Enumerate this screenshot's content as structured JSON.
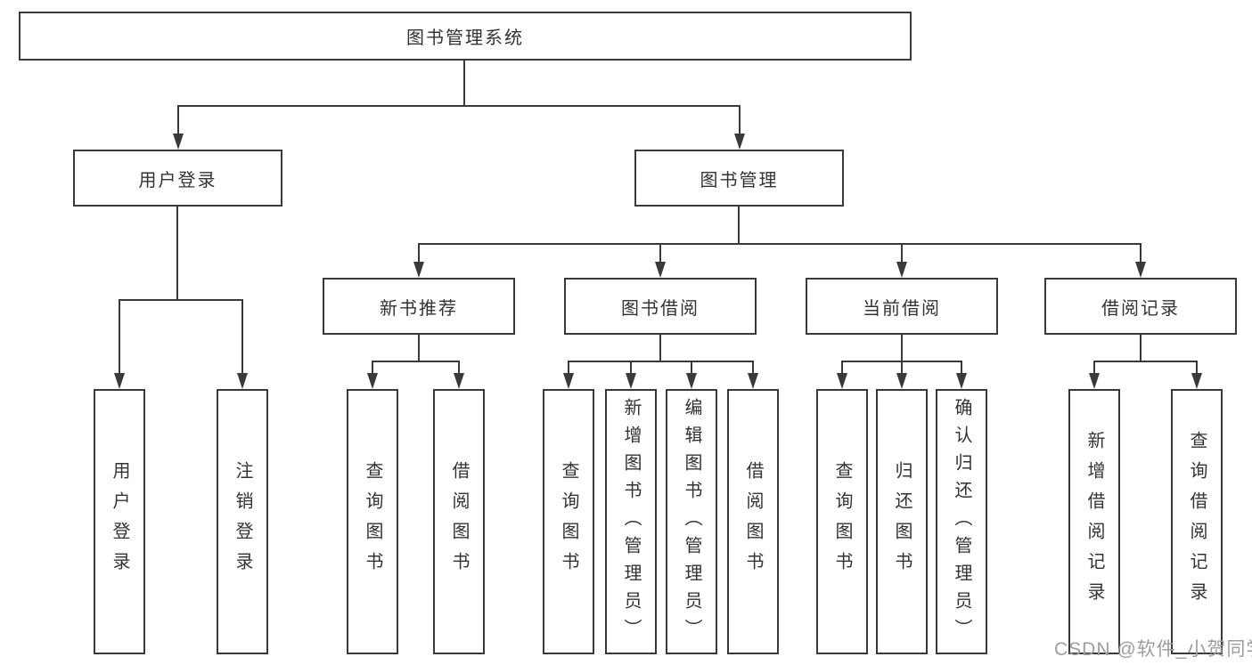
{
  "nodes": {
    "root": {
      "label": "图书管理系统"
    },
    "level1": [
      {
        "label": "用户登录"
      },
      {
        "label": "图书管理"
      }
    ],
    "level2": [
      {
        "label": "新书推荐"
      },
      {
        "label": "图书借阅"
      },
      {
        "label": "当前借阅"
      },
      {
        "label": "借阅记录"
      }
    ],
    "leaves": [
      {
        "label": "用户登录"
      },
      {
        "label": "注销登录"
      },
      {
        "label": "查询图书"
      },
      {
        "label": "借阅图书"
      },
      {
        "label": "查询图书"
      },
      {
        "label": "新增图书（管理员）"
      },
      {
        "label": "编辑图书（管理员）"
      },
      {
        "label": "借阅图书"
      },
      {
        "label": "查询图书"
      },
      {
        "label": "归还图书"
      },
      {
        "label": "确认归还（管理员）"
      },
      {
        "label": "新增借阅记录"
      },
      {
        "label": "查询借阅记录"
      }
    ]
  },
  "watermark": {
    "text": "CSDN @软件_小贺同学"
  },
  "colors": {
    "line": "#3a3a3a",
    "box_border": "#3a3a3a",
    "text": "#333333",
    "watermark": "#9e9e9e",
    "background": "#ffffff"
  }
}
